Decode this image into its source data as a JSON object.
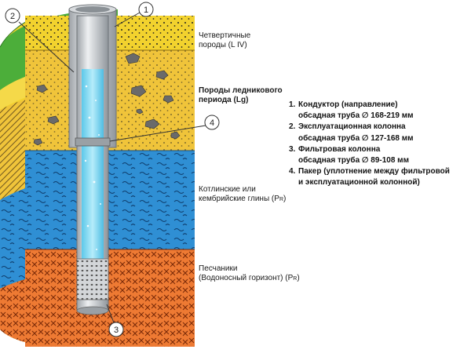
{
  "layers": [
    {
      "label_lines": [
        "Четвертичные",
        "породы (L IV)"
      ],
      "bold": false
    },
    {
      "label_lines": [
        "Породы ледникового",
        "периода (Lg)"
      ],
      "bold": true
    },
    {
      "label_lines": [
        "Котлинские или",
        "кембрийские глины"
      ],
      "symbol": "P",
      "symbol_sub": "R",
      "bold": false
    },
    {
      "label_lines": [
        "Песчаники",
        "(Водоносный горизонт)"
      ],
      "symbol": "P",
      "symbol_sub": "R",
      "bold": false
    }
  ],
  "callouts": [
    "1",
    "2",
    "3",
    "4"
  ],
  "legend": [
    {
      "num": "1.",
      "lines": [
        "Кондуктор (направление)",
        "обсадная труба ∅ 168-219 мм"
      ]
    },
    {
      "num": "2.",
      "lines": [
        "Эксплуатационная колонна",
        "обсадная труба ∅ 127-168 мм"
      ]
    },
    {
      "num": "3.",
      "lines": [
        "Фильтровая колонна",
        "обсадная труба ∅ 89-108 мм"
      ]
    },
    {
      "num": "4.",
      "lines": [
        "Пакер (уплотнение между фильтровой",
        "и эксплуатационной колонной)"
      ]
    }
  ],
  "colors": {
    "soil_green": "#4cae3a",
    "quaternary_yellow": "#f2d22e",
    "glacial_yellow": "#f0c43a",
    "clay_blue": "#2f8fd4",
    "sandstone_orange": "#ee7a33",
    "pipe_grey": "#c9ccd0",
    "water_cyan": "#7fd8f0"
  }
}
